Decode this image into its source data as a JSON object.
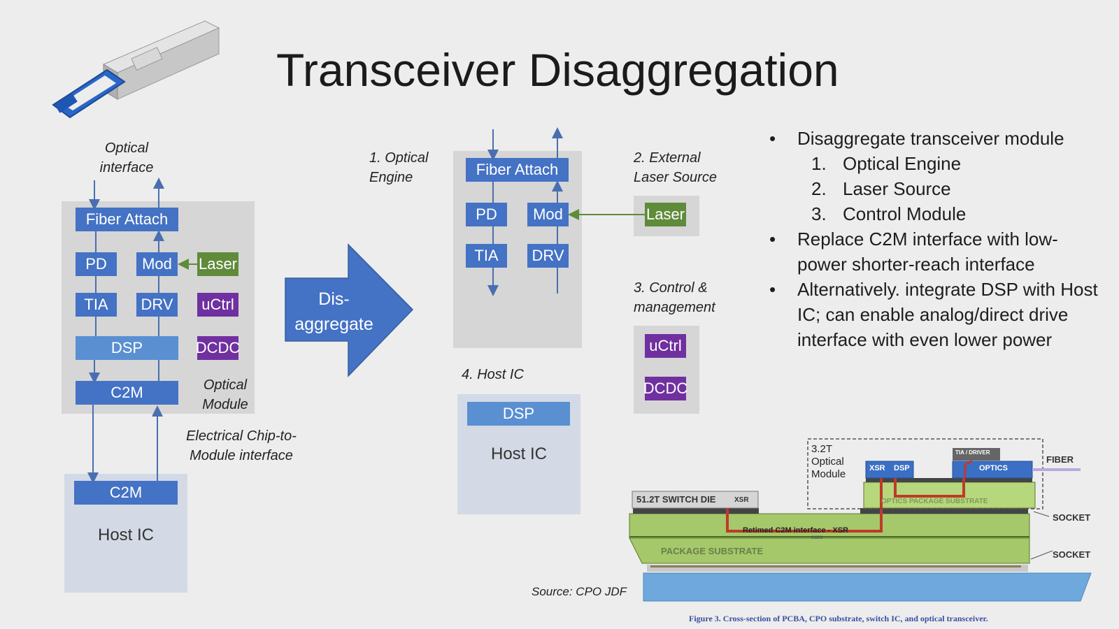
{
  "title": "Transceiver Disaggregation",
  "colors": {
    "block_blue": "#4472c4",
    "dsp_blue": "#5a8fd2",
    "laser_green": "#5f8b3a",
    "ctrl_purple": "#7030a0",
    "arrow_blue": "#4472c4"
  },
  "left": {
    "optical_interface": "Optical\ninterface",
    "fiber_attach": "Fiber Attach",
    "pd": "PD",
    "mod": "Mod",
    "laser": "Laser",
    "tia": "TIA",
    "drv": "DRV",
    "uctrl": "uCtrl",
    "dsp": "DSP",
    "dcdc": "DCDC",
    "c2m": "C2M",
    "optical_module": "Optical\nModule",
    "electrical_interface": "Electrical Chip-to-\nModule interface",
    "host_c2m": "C2M",
    "host_ic": "Host IC"
  },
  "arrow_label": "Dis-\naggregate",
  "middle": {
    "optical_engine_label": "1. Optical\nEngine",
    "fiber_attach": "Fiber Attach",
    "pd": "PD",
    "mod": "Mod",
    "tia": "TIA",
    "drv": "DRV",
    "laser_source_label": "2. External\nLaser Source",
    "laser": "Laser",
    "control_label": "3. Control &\nmanagement",
    "uctrl": "uCtrl",
    "dcdc": "DCDC",
    "host_label": "4. Host IC",
    "dsp": "DSP",
    "host_ic": "Host IC"
  },
  "bullets": [
    {
      "text": "Disaggregate transceiver module",
      "sub": [
        {
          "num": "1.",
          "text": "Optical Engine"
        },
        {
          "num": "2.",
          "text": "Laser Source"
        },
        {
          "num": "3.",
          "text": "Control Module"
        }
      ]
    },
    {
      "text": "Replace C2M interface with low-power shorter-reach interface",
      "sub": []
    },
    {
      "text": "Alternatively. integrate DSP with Host IC; can enable analog/direct drive interface with even lower power",
      "sub": []
    }
  ],
  "cross_section": {
    "module_label": "3.2T\nOptical\nModule",
    "tia_driver": "TIA / DRIVER",
    "xsr": "XSR",
    "dsp": "DSP",
    "optics": "OPTICS",
    "fiber": "FIBER",
    "switch_die": "51.2T SWITCH DIE",
    "switch_xsr": "XSR",
    "optics_substrate": "OPTICS PACKAGE SUBSTRATE",
    "retimed": "Retimed C2M interface - XSR",
    "core": "core",
    "package_substrate": "PACKAGE SUBSTRATE",
    "socket1": "SOCKET",
    "socket2": "SOCKET",
    "source": "Source: CPO JDF",
    "caption": "Figure 3. Cross-section of PCBA, CPO substrate, switch IC, and optical transceiver."
  }
}
